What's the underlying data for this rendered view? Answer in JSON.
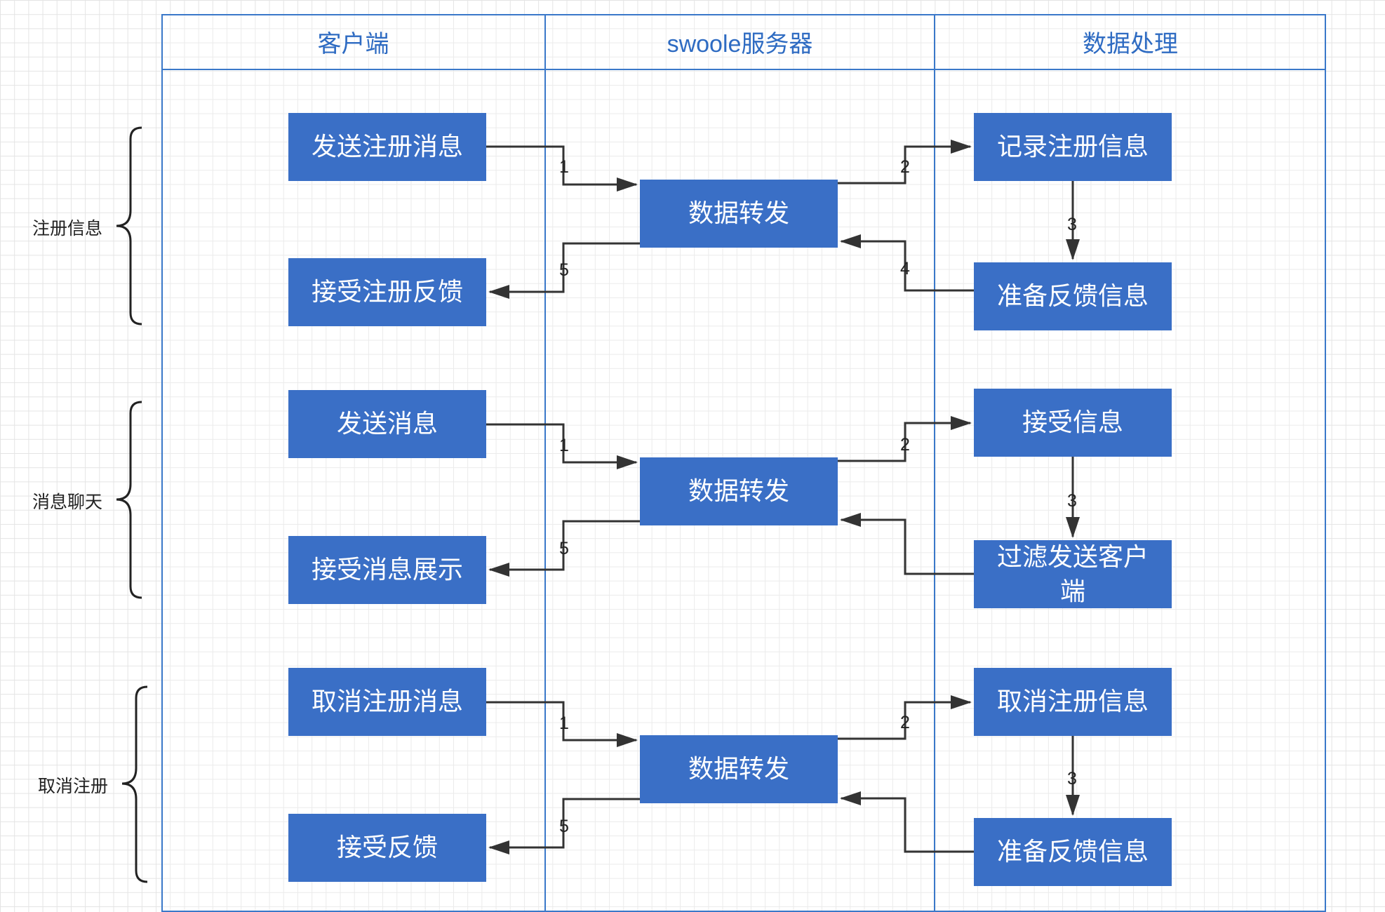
{
  "lanes": [
    {
      "title": "客户端"
    },
    {
      "title": "swoole服务器"
    },
    {
      "title": "数据处理"
    }
  ],
  "groups": [
    {
      "label": "注册信息",
      "client_send": "发送注册消息",
      "client_receive": "接受注册反馈",
      "server": "数据转发",
      "process_first": "记录注册信息",
      "process_second": "准备反馈信息"
    },
    {
      "label": "消息聊天",
      "client_send": "发送消息",
      "client_receive": "接受消息展示",
      "server": "数据转发",
      "process_first": "接受信息",
      "process_second": "过滤发送客户端"
    },
    {
      "label": "取消注册",
      "client_send": "取消注册消息",
      "client_receive": "接受反馈",
      "server": "数据转发",
      "process_first": "取消注册信息",
      "process_second": "准备反馈信息"
    }
  ],
  "step_numbers": {
    "s1": "1",
    "s2": "2",
    "s3": "3",
    "s4": "4",
    "s5": "5"
  },
  "colors": {
    "lane_border": "#3a78c9",
    "box_fill": "#3a6fc6",
    "box_text": "#ffffff",
    "arrow": "#333333"
  }
}
